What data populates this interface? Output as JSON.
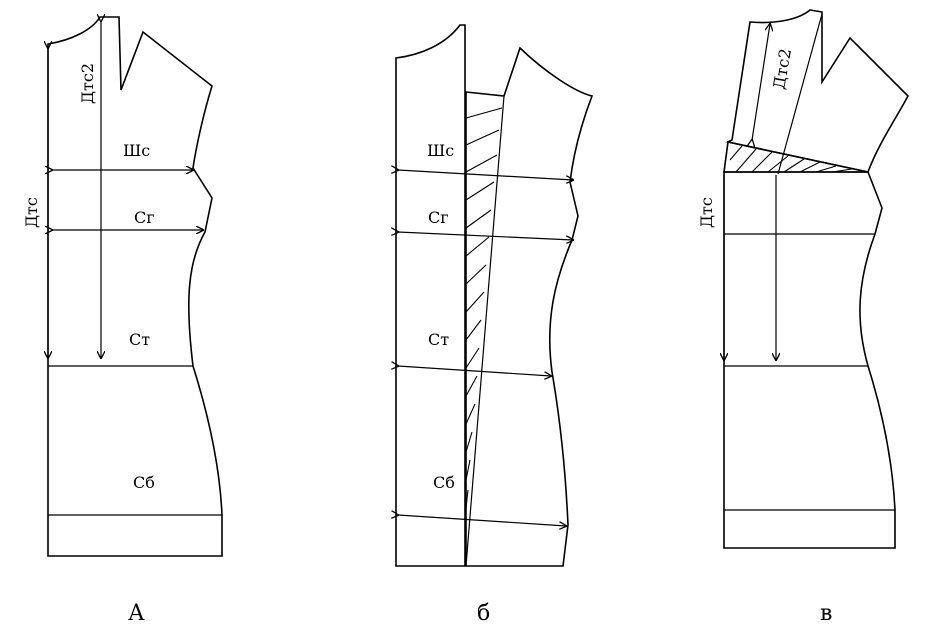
{
  "figure_a": {
    "caption": "А",
    "labels": {
      "dtc": "Дтс",
      "dtc2": "Дтс2",
      "shc": "Шс",
      "cg": "Сг",
      "ct": "Ст",
      "cb": "Сб"
    }
  },
  "figure_b": {
    "caption": "б",
    "labels": {
      "shc": "Шс",
      "cg": "Сг",
      "ct": "Ст",
      "cb": "Сб"
    }
  },
  "figure_c": {
    "caption": "в",
    "labels": {
      "dtc": "Дтс",
      "dtc2": "Дтс2"
    }
  }
}
